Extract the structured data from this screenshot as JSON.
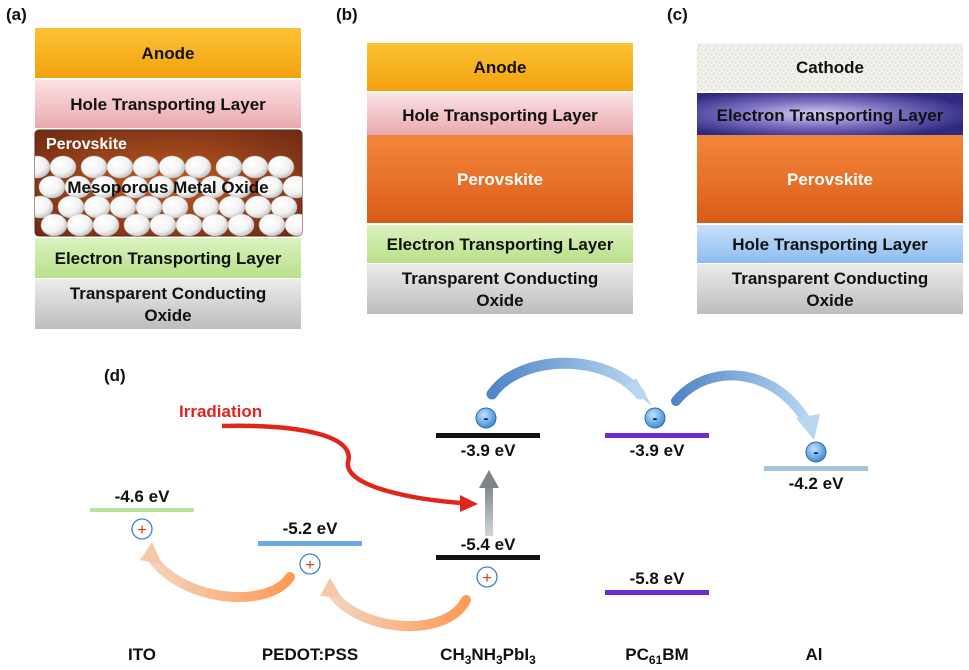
{
  "panels": {
    "a": {
      "letter": "(a)",
      "layers": [
        "Anode",
        "Hole Transporting Layer",
        "Perovskite",
        "Mesoporous Metal Oxide",
        "Electron Transporting Layer",
        "Transparent Conducting",
        "Oxide"
      ]
    },
    "b": {
      "letter": "(b)",
      "layers": [
        "Anode",
        "Hole Transporting Layer",
        "Perovskite",
        "Electron Transporting Layer",
        "Transparent Conducting",
        "Oxide"
      ]
    },
    "c": {
      "letter": "(c)",
      "layers": [
        "Cathode",
        "Electron Transporting Layer",
        "Perovskite",
        "Hole Transporting Layer",
        "Transparent Conducting",
        "Oxide"
      ]
    },
    "d": {
      "letter": "(d)",
      "irradiation": "Irradiation",
      "levels": {
        "ito": "-4.6 eV",
        "pedot": "-5.2 eV",
        "perov_lumo": "-3.9 eV",
        "perov_homo": "-5.4 eV",
        "pcbm_lumo": "-3.9 eV",
        "pcbm_homo": "-5.8 eV",
        "al": "-4.2 eV"
      },
      "materials": {
        "ito": "ITO",
        "pedot": "PEDOT:PSS",
        "perov_a": "CH",
        "perov_s1": "3",
        "perov_b": "NH",
        "perov_s2": "3",
        "perov_c": "PbI",
        "perov_s3": "3",
        "pcbm_a": "PC",
        "pcbm_s": "61",
        "pcbm_b": "BM",
        "al": "Al"
      },
      "charges": {
        "electron": "-",
        "hole": "+"
      }
    }
  },
  "colors": {
    "anode": "#f7b21e",
    "htl_pink": "#f2c2c6",
    "perovskite": "#e8742a",
    "etl_green": "#c9eaa2",
    "tco_gray": "#d6d6d6",
    "cathode": "#ebebe6",
    "etl_purple": "#5b4fa6",
    "htl_blue": "#a9cdf5",
    "irradiation": "#e0251b",
    "electron_fill": "#5aa7e6",
    "hole_color": "#cc3b1e",
    "ito_level": "#b7e39a",
    "pedot_level": "#68a9e6",
    "pcbm_level": "#6a2bd0",
    "al_level": "#a8c4dc"
  }
}
